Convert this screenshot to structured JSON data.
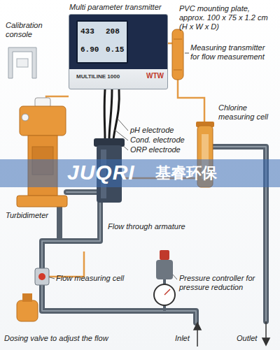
{
  "diagram": {
    "nodes": [
      {
        "text": [
          "Multi parameter transmitter",
          "MULTILINE 1000",
          "WTW"
        ]
      },
      {
        "text": [
          "433",
          "208",
          "6.90",
          "0.15"
        ],
        "in": 0
      }
    ],
    "labels": [
      "Calibration console",
      "PVC mounting plate, approx. 100 x 75 x 1.2 cm (H x W x D)",
      "Measuring transmitter for flow measurement",
      "pH electrode",
      "Cond. electrode",
      "ORP electrode",
      "Chlorine measuring cell",
      "Turbidimeter",
      "Flow through armature",
      "Pressure controller for pressure reduction",
      "Flow measuring cell",
      "Dosing valve to adjust the flow",
      "Inlet",
      "Outlet",
      "JUQRI",
      "基睿环保"
    ]
  }
}
